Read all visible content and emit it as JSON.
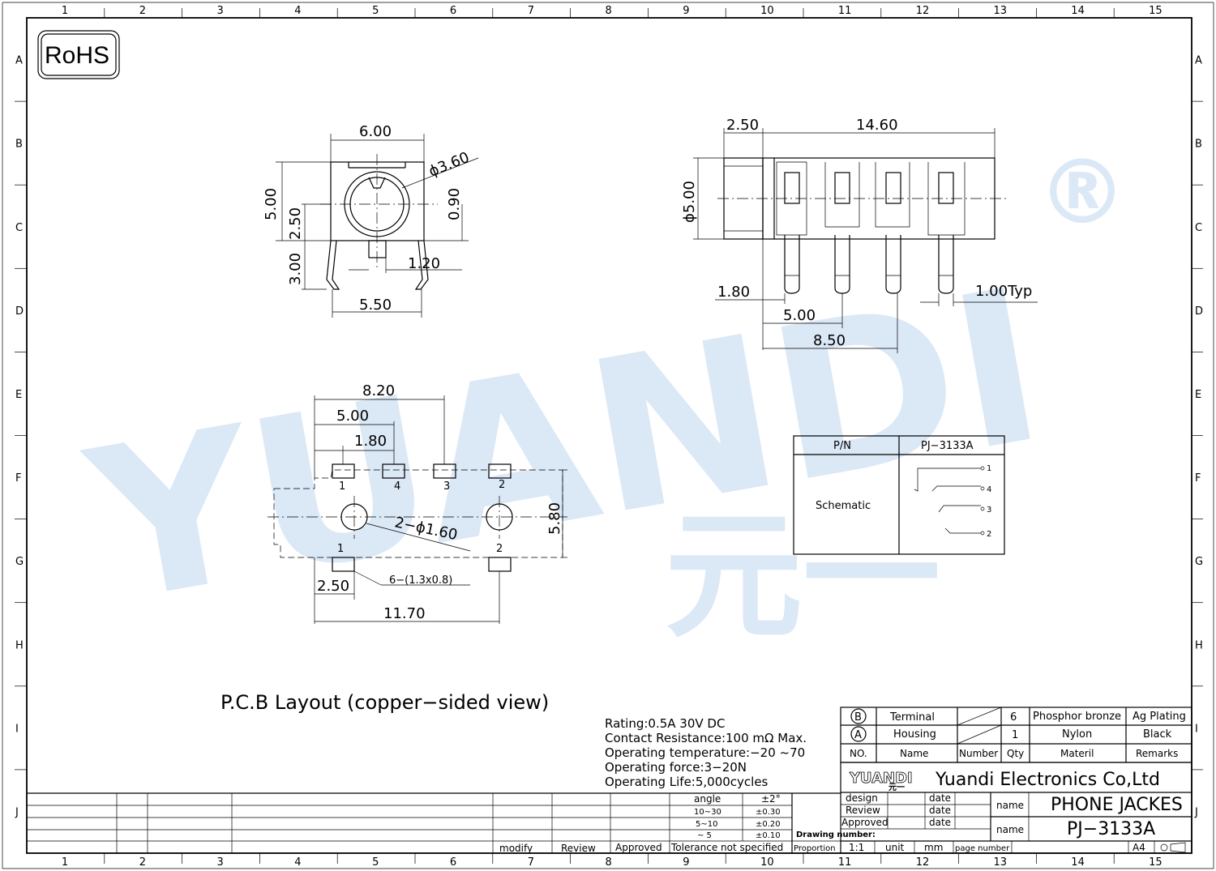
{
  "frame": {
    "columns": [
      "1",
      "2",
      "3",
      "4",
      "5",
      "6",
      "7",
      "8",
      "9",
      "10",
      "11",
      "12",
      "13",
      "14",
      "15"
    ],
    "rows": [
      "A",
      "B",
      "C",
      "D",
      "E",
      "F",
      "G",
      "H",
      "I",
      "J"
    ]
  },
  "badge": "RoHS",
  "watermark": {
    "text": "YUANDI",
    "registered": "®",
    "chinese": "元一"
  },
  "front_view": {
    "dims": {
      "width": "6.00",
      "diameter": "ϕ3.60",
      "height": "5.00",
      "center": "2.50",
      "offset": "0.90",
      "leg_height": "3.00",
      "post": "1.20",
      "leg_span": "5.50"
    }
  },
  "side_view": {
    "dims": {
      "front": "2.50",
      "length": "14.60",
      "diameter": "ϕ5.00",
      "first_pin": "1.80",
      "pin_typ": "1.00Typ",
      "second_pin": "5.00",
      "third_pin": "8.50"
    }
  },
  "pcb": {
    "dims": {
      "d1": "8.20",
      "d2": "5.00",
      "d3": "1.80",
      "width": "5.80",
      "holes": "2−ϕ1.60",
      "pads": "6−(1.3x0.8)",
      "offset": "2.50",
      "length": "11.70"
    },
    "pin_labels_top": [
      "1",
      "4",
      "3",
      "2"
    ],
    "pin_labels_bottom": [
      "1",
      "2"
    ],
    "title": "P.C.B Layout (copper−sided view)"
  },
  "schematic_box": {
    "pn_label": "P/N",
    "pn_value": "PJ−3133A",
    "schematic_label": "Schematic",
    "pins": [
      "1",
      "4",
      "3",
      "2"
    ]
  },
  "specs": [
    "Rating:0.5A 30V DC",
    "Contact Resistance:100 mΩ Max.",
    "Operating temperature:−20 ~70",
    "Operating force:3−20N",
    "Operating Life:5,000cycles"
  ],
  "bom": {
    "rows": [
      {
        "mark": "B",
        "name": "Terminal",
        "number": "",
        "qty": "6",
        "material": "Phosphor bronze",
        "remarks": "Ag Plating"
      },
      {
        "mark": "A",
        "name": "Housing",
        "number": "",
        "qty": "1",
        "material": "Nylon",
        "remarks": "Black"
      }
    ],
    "headers": {
      "no": "NO.",
      "name": "Name",
      "number": "Number",
      "qty": "Qty",
      "material": "Materil",
      "remarks": "Remarks"
    }
  },
  "title_block": {
    "logo": "YUANDI",
    "logo_sub": "元一",
    "company": "Yuandi Electronics Co,Ltd",
    "design": "design",
    "review": "Review",
    "approved": "Approved",
    "date": "date",
    "name_label": "name",
    "product_name": "PHONE JACKES",
    "part_number": "PJ−3133A",
    "drawing_number": "Drawing number:",
    "proportion": "Proportion",
    "proportion_value": "1:1",
    "unit": "unit",
    "unit_value": "mm",
    "page_number": "page number",
    "paper": "A4"
  },
  "tolerance": {
    "rows": [
      [
        "angle",
        "±2°"
      ],
      [
        "10~30",
        "±0.30"
      ],
      [
        "5~10",
        "±0.20"
      ],
      [
        "~ 5",
        "±0.10"
      ]
    ],
    "footer": "Tolerance not specified"
  },
  "revision": {
    "modify": "modify",
    "review": "Review",
    "approved": "Approved"
  }
}
